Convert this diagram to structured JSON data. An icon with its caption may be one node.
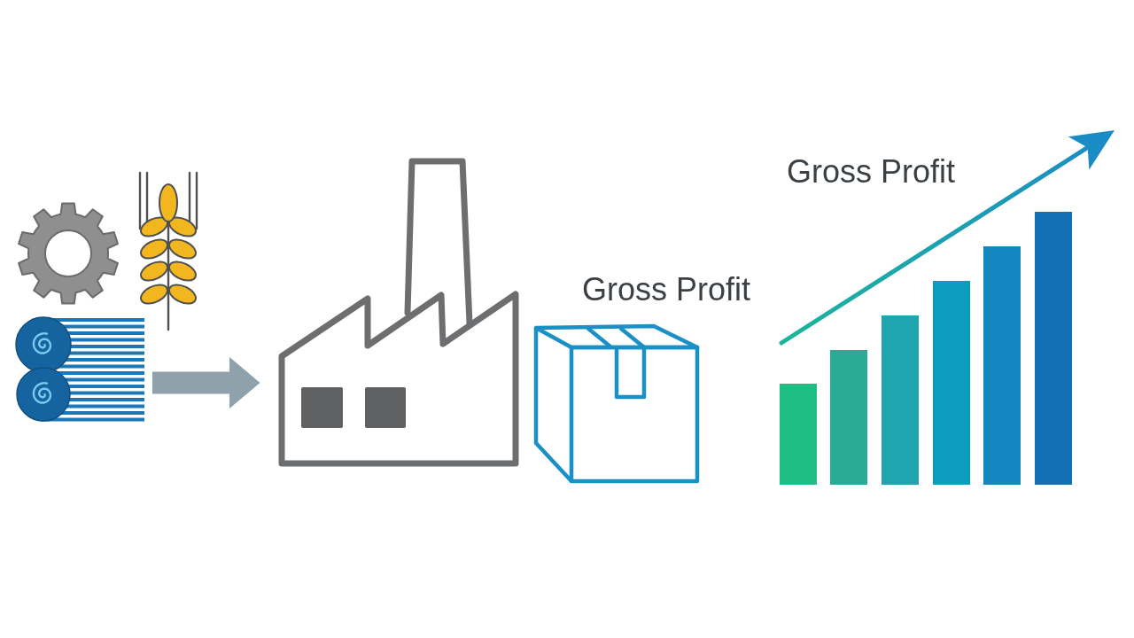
{
  "diagram": {
    "nodes": [
      {
        "text": [],
        "shape": "picture"
      },
      {
        "text": [],
        "shape": "picture"
      }
    ],
    "edges": [
      {
        "from": 0,
        "to": 1,
        "arrow": "to"
      }
    ],
    "labels": [
      "Gross Profit",
      "Gross Profit"
    ]
  }
}
